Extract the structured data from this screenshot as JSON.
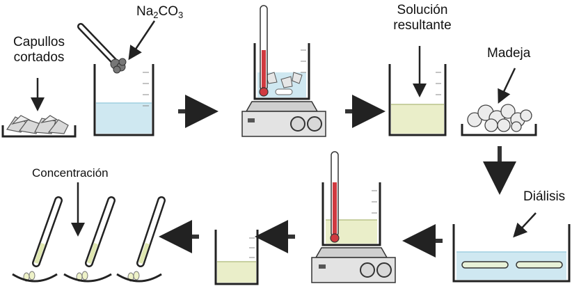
{
  "labels": {
    "capullos_line1": "Capullos",
    "capullos_line2": "cortados",
    "na2co3_main": "Na",
    "na2co3_sub1": "2",
    "na2co3_mid": "CO",
    "na2co3_sub2": "3",
    "solucion_line1": "Solución",
    "solucion_line2": "resultante",
    "madeja": "Madeja",
    "dialisis": "Diálisis",
    "concentracion": "Concentración"
  },
  "colors": {
    "water": "#cfe8f1",
    "water_dark": "#9fcfe0",
    "solution": "#eaeec9",
    "solution_line": "#b9c38a",
    "thermo_red": "#d03a40",
    "hotplate": "#8a8a8a",
    "arrow": "#333333"
  }
}
